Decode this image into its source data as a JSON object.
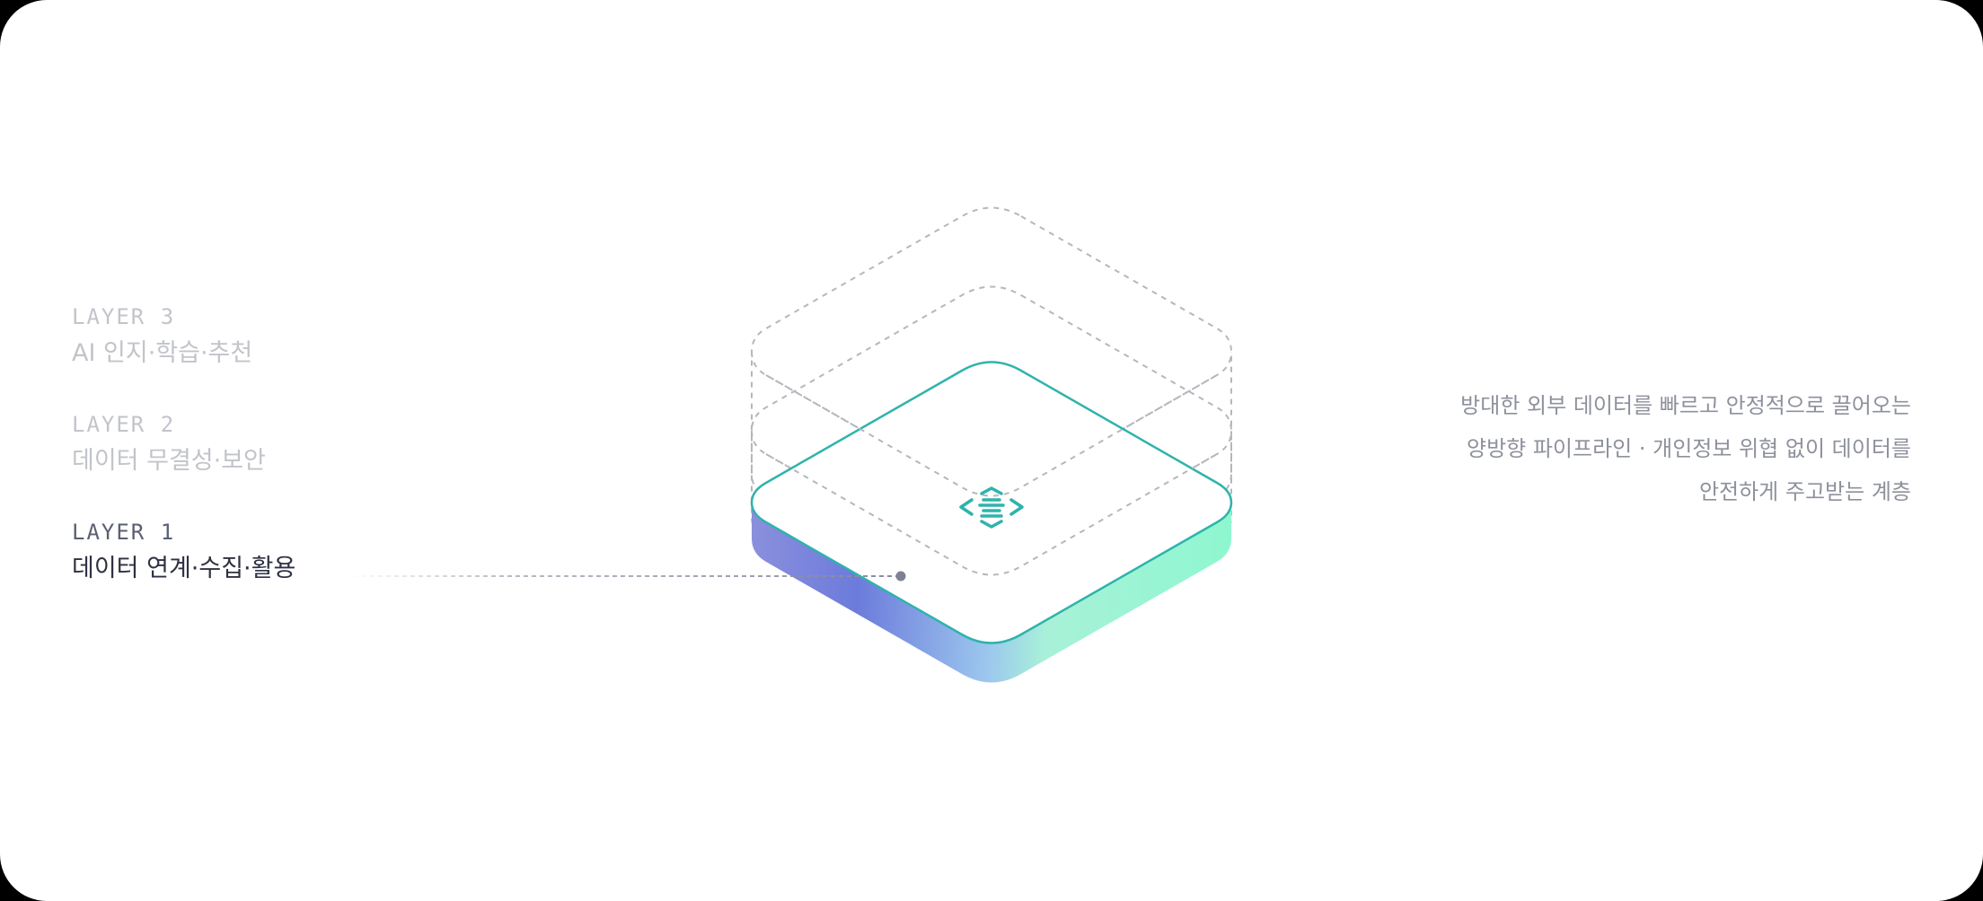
{
  "layers": [
    {
      "number": "LAYER 3",
      "title": "AI 인지·학습·추천",
      "active": false
    },
    {
      "number": "LAYER 2",
      "title": "데이터 무결성·보안",
      "active": false
    },
    {
      "number": "LAYER 1",
      "title": "데이터 연계·수집·활용",
      "active": true
    }
  ],
  "description": {
    "lines": [
      "방대한 외부 데이터를 빠르고 안정적으로 끌어오는",
      "양방향 파이프라인 · 개인정보 위협 없이 데이터를",
      "안전하게 주고받는 계층"
    ]
  },
  "colors": {
    "accent": "#2eb3ac",
    "gradient_start": "#6f79d8",
    "gradient_end": "#8ff5cf",
    "dashed": "#b5b7bd",
    "active_text": "#2e3142",
    "inactive_text": "#c2c4ca"
  },
  "icons": {
    "layer1_icon": "data-pipeline-icon"
  }
}
